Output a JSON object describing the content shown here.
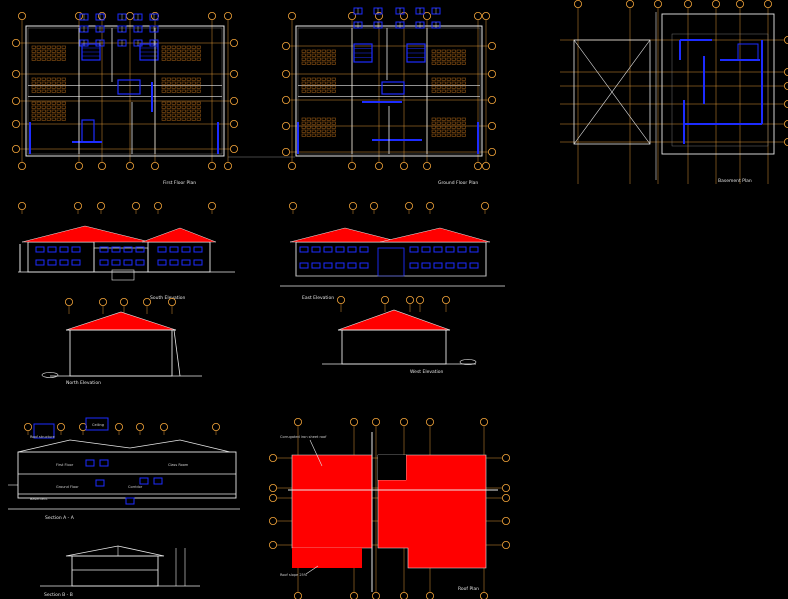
{
  "drawing_titles": {
    "first_floor_plan": "First Floor Plan",
    "ground_floor_plan": "Ground Floor Plan",
    "basement_plan": "Basement Plan",
    "south_elevation": "South Elevation",
    "east_elevation": "East Elevation",
    "north_elevation": "North Elevation",
    "west_elevation": "West Elevation",
    "section_a_a": "Section A - A",
    "section_b_b": "Section B - B",
    "roof_plan": "Roof Plan"
  },
  "section_labels": {
    "roof_note": "Roof structure",
    "ceiling_note": "Ceiling",
    "first_floor": "First Floor",
    "ground_floor": "Ground Floor",
    "basement": "Basement",
    "corridor": "Corridor",
    "classroom": "Class Room"
  },
  "roof_notes": {
    "top_note": "Corrugated iron sheet roof",
    "bottom_note": "Roof slope 25%"
  },
  "colors": {
    "background": "#000000",
    "gridline": "#f2a43a",
    "grid_bubble": "#f2a43a",
    "wall_blue": "#1d2cff",
    "wall_white": "#e8e8e8",
    "roof_red": "#ff0000",
    "furniture": "#9a5a16",
    "grey_line": "#8a8a8a"
  }
}
